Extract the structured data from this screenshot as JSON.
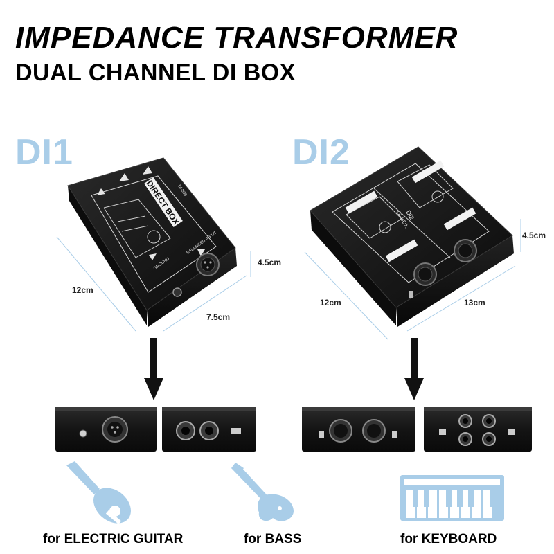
{
  "title": {
    "line1": "IMPEDANCE  TRANSFORMER",
    "line2": "DUAL CHANNEL DI BOX"
  },
  "products": [
    {
      "label": "DI1",
      "face_text": {
        "main": "DIRECT BOX",
        "model": "DI-B00",
        "ground": "GROUND",
        "balanced": "BALANCED INPUT"
      },
      "dimensions": {
        "length": "12cm",
        "width": "7.5cm",
        "height": "4.5cm"
      }
    },
    {
      "label": "DI2",
      "face_text": {
        "main": "DI2",
        "sub": "DI-BOX"
      },
      "dimensions": {
        "length": "12cm",
        "width": "13cm",
        "height": "4.5cm"
      }
    }
  ],
  "captions": [
    "for ELECTRIC GUITAR",
    "for BASS",
    "for KEYBOARD"
  ],
  "colors": {
    "accent": "#a9cde8",
    "device": "#141414",
    "text": "#000000"
  },
  "icons": [
    "arrow-down-icon",
    "electric-guitar-icon",
    "bass-guitar-icon",
    "keyboard-icon"
  ]
}
